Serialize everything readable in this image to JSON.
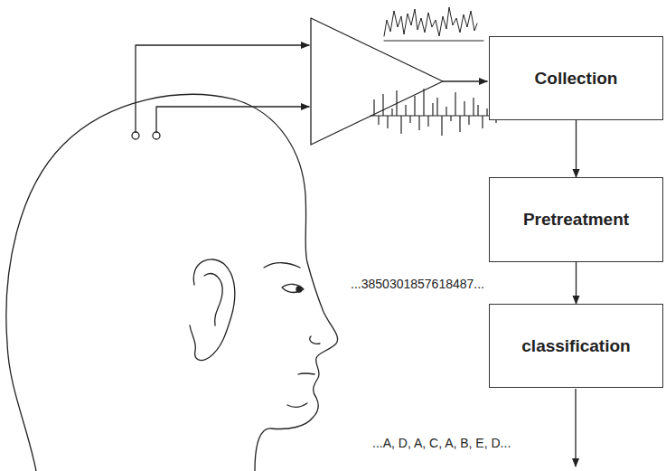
{
  "diagram": {
    "nodes": [
      {
        "text": [
          "Collection"
        ]
      },
      {
        "text": [
          "Pretreatment"
        ]
      },
      {
        "text": [
          "classification"
        ]
      }
    ],
    "edges": [
      {
        "from": 0,
        "to": 1,
        "arrow": "to"
      },
      {
        "from": 1,
        "to": 2,
        "arrow": "to"
      }
    ],
    "labels": [
      "...3850301857618487...",
      "...A, D, A, C, A, B, E, D..."
    ]
  }
}
